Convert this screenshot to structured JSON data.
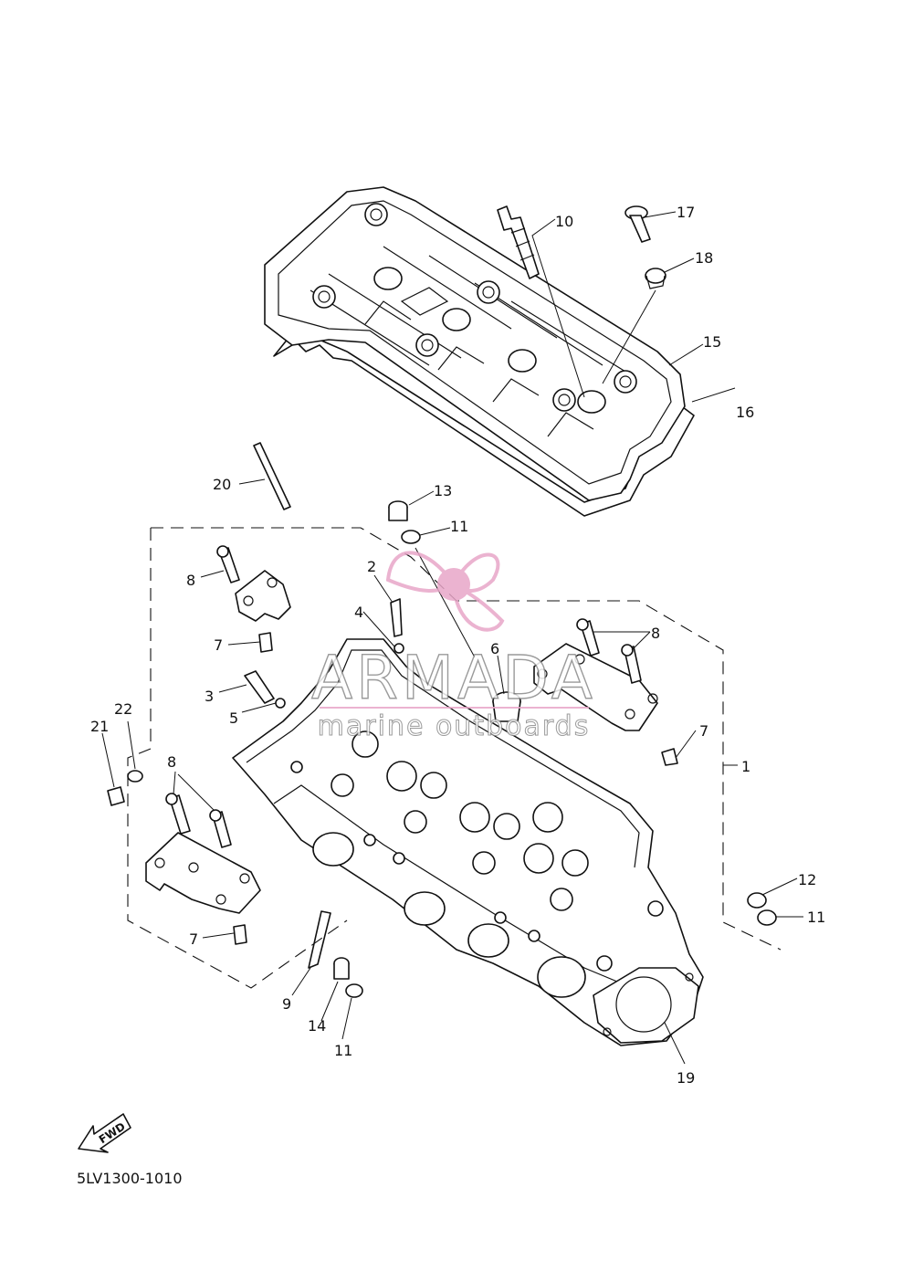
{
  "diagram": {
    "callouts": [
      {
        "id": "c10",
        "text": "10"
      },
      {
        "id": "c17",
        "text": "17"
      },
      {
        "id": "c18",
        "text": "18"
      },
      {
        "id": "c15",
        "text": "15"
      },
      {
        "id": "c16",
        "text": "16"
      },
      {
        "id": "c20",
        "text": "20"
      },
      {
        "id": "c13",
        "text": "13"
      },
      {
        "id": "c11a",
        "text": "11"
      },
      {
        "id": "c2",
        "text": "2"
      },
      {
        "id": "c8a",
        "text": "8"
      },
      {
        "id": "c4",
        "text": "4"
      },
      {
        "id": "c7a",
        "text": "7"
      },
      {
        "id": "c6",
        "text": "6"
      },
      {
        "id": "c8b",
        "text": "8"
      },
      {
        "id": "c3",
        "text": "3"
      },
      {
        "id": "c5",
        "text": "5"
      },
      {
        "id": "c22",
        "text": "22"
      },
      {
        "id": "c21",
        "text": "21"
      },
      {
        "id": "c7b",
        "text": "7"
      },
      {
        "id": "c1",
        "text": "1"
      },
      {
        "id": "c8c",
        "text": "8"
      },
      {
        "id": "c12",
        "text": "12"
      },
      {
        "id": "c11b",
        "text": "11"
      },
      {
        "id": "c7c",
        "text": "7"
      },
      {
        "id": "c9",
        "text": "9"
      },
      {
        "id": "c14",
        "text": "14"
      },
      {
        "id": "c11c",
        "text": "11"
      },
      {
        "id": "c19",
        "text": "19"
      }
    ],
    "fwd_label": "FWD",
    "diagram_code": "5LV1300-1010"
  },
  "watermark": {
    "brand": "ARMADA",
    "tagline": "marine outboards",
    "color_accent": "#e8a6c8",
    "color_text": "#8a8a8a"
  }
}
